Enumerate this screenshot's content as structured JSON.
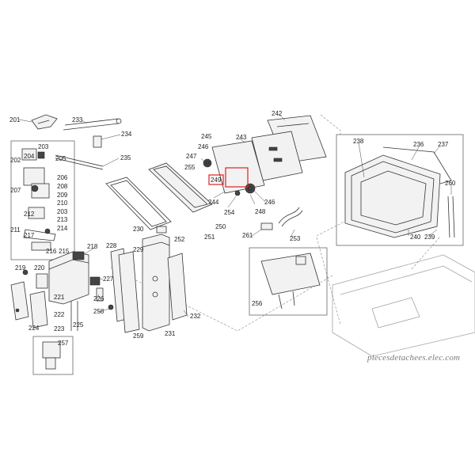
{
  "labels": {
    "p201": "201",
    "p202": "202",
    "p203a": "203",
    "p203b": "203",
    "p204": "204",
    "p205": "205",
    "p206": "206",
    "p207": "207",
    "p208": "208",
    "p209": "209",
    "p210": "210",
    "p211": "211",
    "p212": "212",
    "p213": "213",
    "p214": "214",
    "p215": "215",
    "p216": "216",
    "p217": "217",
    "p218": "218",
    "p219": "219",
    "p220": "220",
    "p221": "221",
    "p222": "222",
    "p223": "223",
    "p224": "224",
    "p225": "225",
    "p226": "226",
    "p227": "227",
    "p228": "228",
    "p229": "229",
    "p230": "230",
    "p231": "231",
    "p232": "232",
    "p233": "233",
    "p234": "234",
    "p235": "235",
    "p236": "236",
    "p237": "237",
    "p238": "238",
    "p239": "239",
    "p240": "240",
    "p242": "242",
    "p243": "243",
    "p244": "244",
    "p245": "245",
    "p246a": "246",
    "p246b": "246",
    "p247": "247",
    "p248": "248",
    "p249": "249",
    "p250": "250",
    "p251": "251",
    "p252": "252",
    "p253": "253",
    "p254": "254",
    "p255": "255",
    "p256": "256",
    "p257": "257",
    "p258": "258",
    "p259": "259",
    "p260": "260",
    "p261": "261"
  },
  "watermark": "piecesdetachees.elec.com",
  "colors": {
    "highlight": "#e02020",
    "line": "#333333",
    "watermark": "#7a7a7a"
  }
}
